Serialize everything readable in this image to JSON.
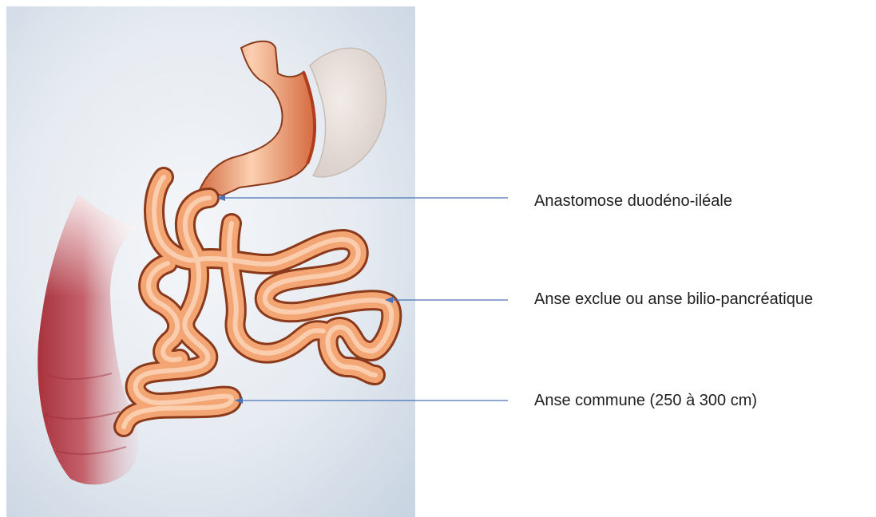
{
  "labels": {
    "anastomose": "Anastomose duodéno-iléale",
    "anse_exclue": "Anse exclue ou anse bilio-pancréatique",
    "anse_commune": "Anse commune (250 à 300 cm)"
  },
  "colors": {
    "background_panel": "#d9e2ec",
    "intestine": "#f0a070",
    "intestine_outline": "#8a3a1a",
    "colon": "#b8444c",
    "stomach_remnant": "#e6dcd6",
    "pointer_line": "#4a72b5",
    "label_text": "#1f1f1f"
  }
}
